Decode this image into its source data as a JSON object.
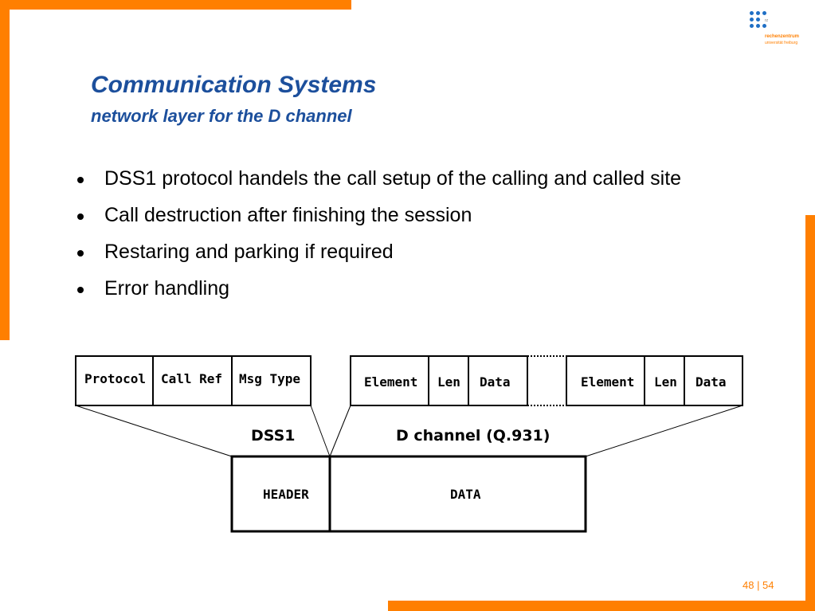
{
  "slide": {
    "title": "Communication Systems",
    "subtitle": "network layer for the D channel",
    "bullets": [
      "DSS1 protocol handels the call setup of the calling and called site",
      "Call destruction after finishing the session",
      "Restaring and parking if required",
      "Error handling"
    ]
  },
  "logo": {
    "rz": "rz",
    "name": "rechenzentrum",
    "org": "universität freiburg"
  },
  "diagram": {
    "header_fields": [
      "Protocol",
      "Call Ref",
      "Msg Type"
    ],
    "element_group_1": [
      "Element",
      "Len",
      "Data"
    ],
    "element_group_2": [
      "Element",
      "Len",
      "Data"
    ],
    "label_dss1": "DSS1",
    "label_d_channel": "D channel (Q.931)",
    "frame_header": "HEADER",
    "frame_data": "DATA"
  },
  "footer": {
    "page": "48 | 54"
  },
  "colors": {
    "accent": "#ff7f00",
    "title": "#1c4f9c"
  }
}
